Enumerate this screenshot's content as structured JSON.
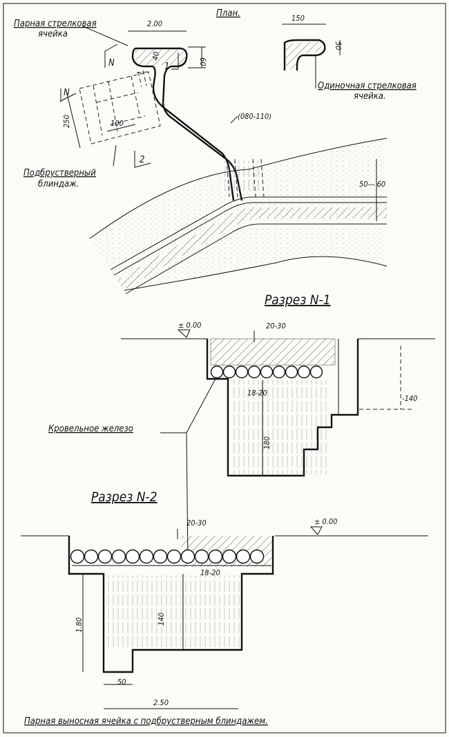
{
  "plan": {
    "title": "План.",
    "paired_cell_label_1": "Парная стрелковая",
    "paired_cell_label_2": "ячейка",
    "dim_width_paired": "2.00",
    "dim_depth_paired": "60",
    "dim_inner": "40",
    "section_marker_n": "N",
    "section_marker_1": "1",
    "section_marker_2": "2",
    "single_cell_label_1": "Одиночная стрелковая",
    "single_cell_label_2": "ячейка.",
    "dim_width_single": "150",
    "dim_depth_single": "50",
    "dim_dugout_length": "250",
    "dim_dugout_width": "100",
    "dim_passage": "(080-110)",
    "dugout_label_1": "Подбрустверный",
    "dugout_label_2": "блиндаж.",
    "dim_parapet": "50— 60"
  },
  "section1": {
    "title": "Разрез N-1",
    "ground_level": "± 0.00",
    "dim_cover": "20-30",
    "dim_logs": "18-20",
    "dim_depth_right": "-140",
    "dim_depth": "180",
    "roof_iron_label": "Кровельное железо"
  },
  "section2": {
    "title": "Разрез N-2",
    "ground_level": "± 0.00",
    "dim_cover": "20-30",
    "dim_logs": "18-20",
    "dim_depth_total": "1.80",
    "dim_depth_step": "140",
    "dim_step_width": "50",
    "dim_width": "2.50"
  },
  "caption": "Парная выносная ячейка с подбрустверным блиндажем."
}
